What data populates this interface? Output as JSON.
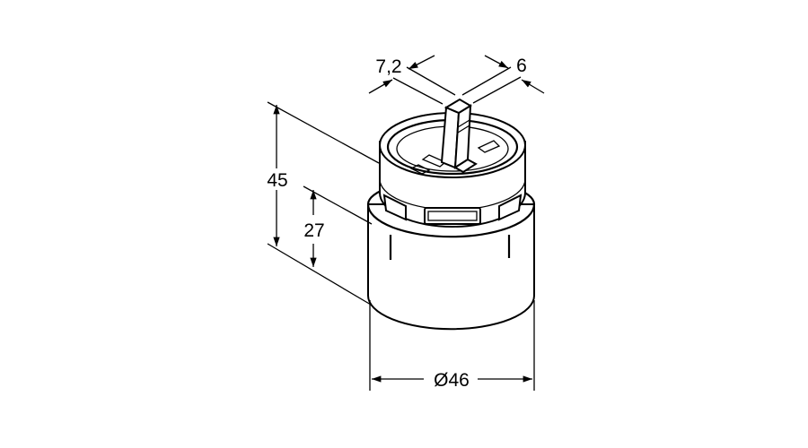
{
  "drawing": {
    "dimensions": {
      "total_height": "45",
      "lower_height": "27",
      "diameter": "Ø46",
      "stem_width_a": "7,2",
      "stem_width_b": "6"
    }
  }
}
